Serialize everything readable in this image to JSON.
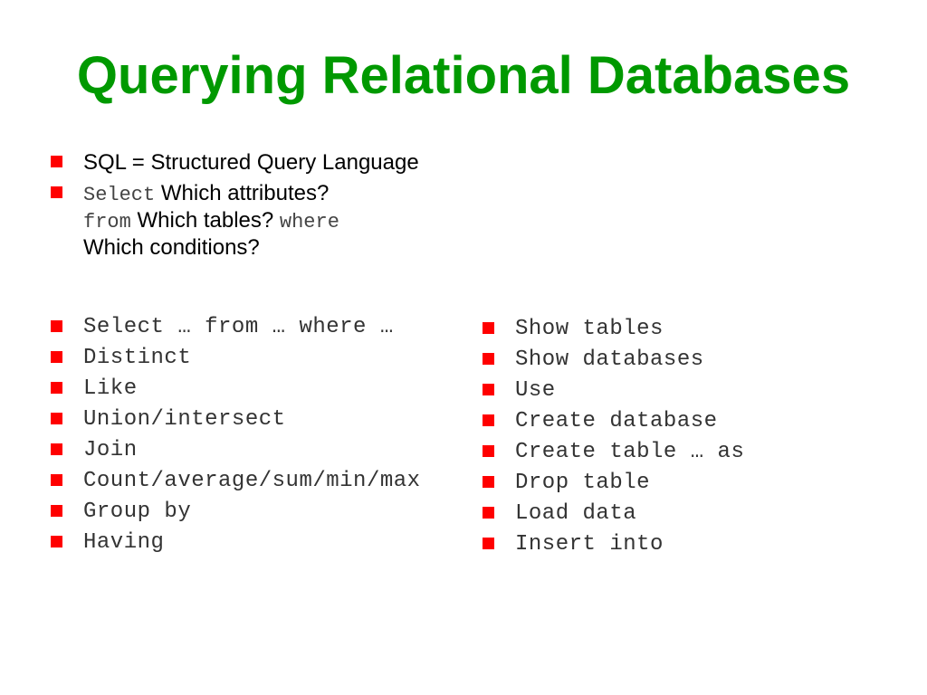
{
  "title": "Querying Relational Databases",
  "intro": {
    "item1": "SQL = Structured Query Language",
    "item2": {
      "kw_select": "Select",
      "text_attributes": " Which attributes?",
      "kw_from": "from",
      "text_tables": " Which tables? ",
      "kw_where": "where",
      "text_conditions": "Which conditions?"
    }
  },
  "left_column": [
    "Select … from … where …",
    "Distinct",
    "Like",
    "Union/intersect",
    "Join",
    "Count/average/sum/min/max",
    "Group by",
    "Having"
  ],
  "right_column": [
    "Show tables",
    "Show databases",
    "Use",
    "Create database",
    "Create table … as",
    "Drop table",
    "Load data",
    "Insert into"
  ],
  "colors": {
    "title": "#009900",
    "bullet": "#ff0000"
  }
}
